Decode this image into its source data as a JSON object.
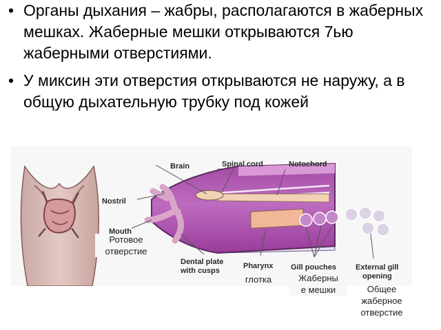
{
  "bullets": [
    "Органы дыхания – жабры, располагаются в жаберных мешках. Жаберные мешки открываются 7ью жаберными отверстиями.",
    "У миксин эти отверстия открываются не наружу, а в общую дыхательную трубку под кожей"
  ],
  "diagram": {
    "labels_en": {
      "brain": "Brain",
      "spinal_cord": "Spinal cord",
      "notochord": "Notochord",
      "nostril": "Nostril",
      "mouth": "Mouth",
      "dental_plate_1": "Dental plate",
      "dental_plate_2": "with cusps",
      "pharynx": "Pharynx",
      "gill_pouches": "Gill pouches",
      "external_gill_1": "External gill",
      "external_gill_2": "opening"
    },
    "labels_ru": {
      "mouth_1": "Ротовое",
      "mouth_2": "отверстие",
      "pharynx": "глотка",
      "gill_pouches_1": "Жаберны",
      "gill_pouches_2": "е мешки",
      "gill_opening_1": "Общее",
      "gill_opening_2": "жаберное",
      "gill_opening_3": "отверстие"
    }
  }
}
